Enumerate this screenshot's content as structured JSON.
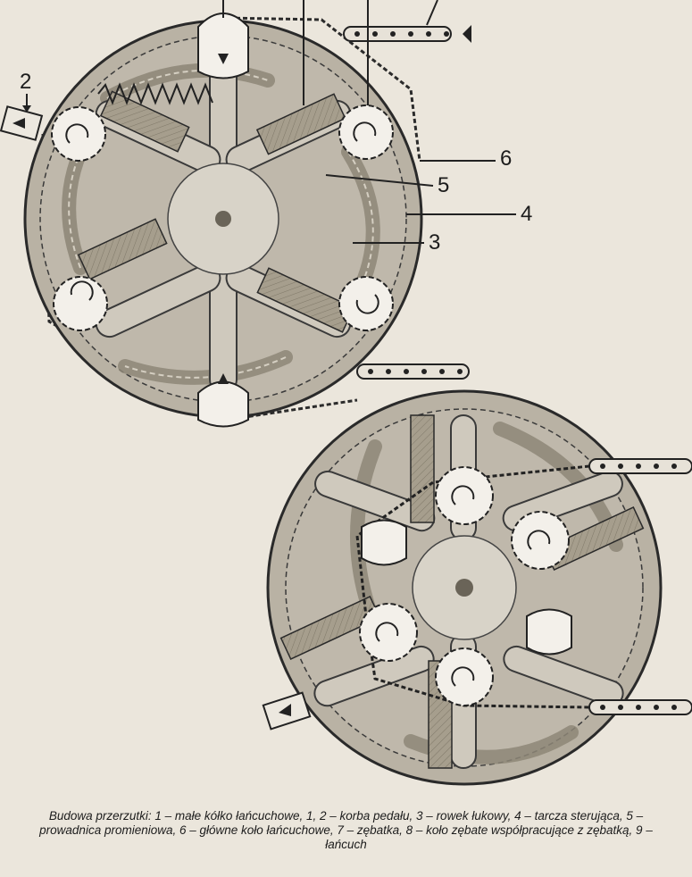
{
  "callouts": {
    "n2": "2",
    "n3": "3",
    "n4": "4",
    "n5": "5",
    "n6": "6"
  },
  "caption": {
    "text": "Budowa przerzutki: 1 – małe kółko łańcuchowe, 1, 2 – korba pedału, 3 – rowek łukowy, 4 – tarcza sterująca, 5 – prowadnica promieniowa, 6 – główne koło łańcuchowe, 7 – zębatka, 8 – koło zębate współpracujące z zębatką, 9 – łańcuch"
  },
  "colors": {
    "paper": "#ebe6dc",
    "disc": "#b9b2a4",
    "disc_dark": "#9c9484",
    "hub": "#d8d3c8",
    "ink": "#1c1c1c",
    "sprocket": "#f3f0ea"
  }
}
